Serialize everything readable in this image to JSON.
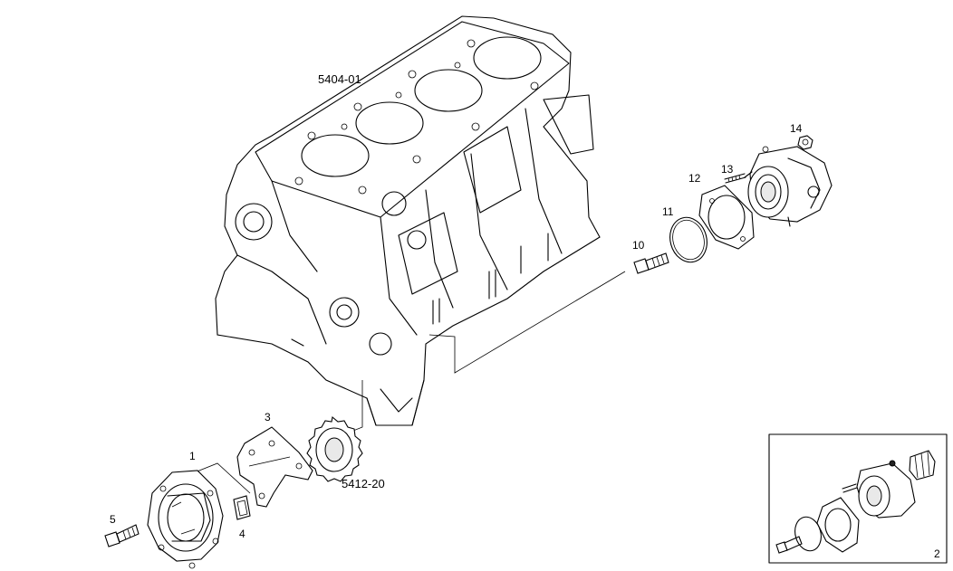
{
  "callouts": {
    "block_ref": "5404-01",
    "sprocket_ref": "5412-20",
    "part_1": "1",
    "part_2": "2",
    "part_3": "3",
    "part_4": "4",
    "part_5": "5",
    "part_10": "10",
    "part_11": "11",
    "part_12": "12",
    "part_13": "13",
    "part_14": "14"
  }
}
